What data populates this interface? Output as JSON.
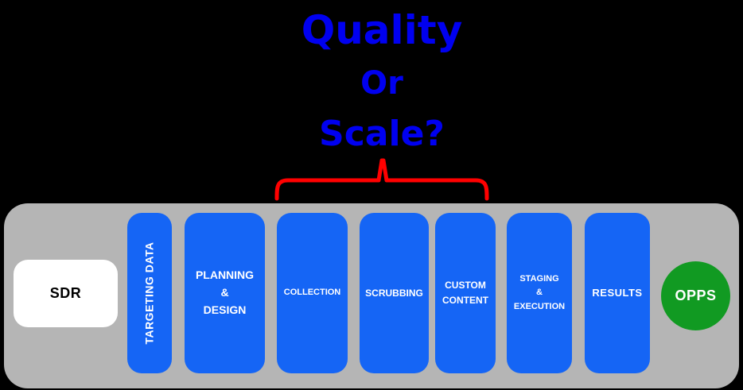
{
  "title": {
    "line1": "Quality",
    "line2": "Or",
    "line3": "Scale?"
  },
  "annotation": {
    "brace_icon": "curly-brace-over-middle-stages"
  },
  "pipeline": {
    "start": {
      "label": "SDR"
    },
    "stages": [
      {
        "id": "targeting-data",
        "lines": [
          "TARGETING DATA"
        ]
      },
      {
        "id": "planning-design",
        "lines": [
          "PLANNING",
          "&",
          "DESIGN"
        ]
      },
      {
        "id": "collection",
        "lines": [
          "COLLECTION"
        ]
      },
      {
        "id": "scrubbing",
        "lines": [
          "SCRUBBING"
        ]
      },
      {
        "id": "custom-content",
        "lines": [
          "CUSTOM",
          "CONTENT"
        ]
      },
      {
        "id": "staging-execution",
        "lines": [
          "STAGING",
          "&",
          "EXECUTION"
        ]
      },
      {
        "id": "results",
        "lines": [
          "RESULTS"
        ]
      }
    ],
    "end": {
      "label": "OPPS"
    }
  },
  "colors": {
    "background": "#000000",
    "panel": "#B5B5B5",
    "stage_blue": "#1565F5",
    "stage_text": "#FFFFFF",
    "opps_green": "#119A22",
    "sdr_bg": "#FFFFFF",
    "sdr_text": "#000000",
    "title_blue": "#0000F0",
    "brace_red": "#FF0000"
  }
}
